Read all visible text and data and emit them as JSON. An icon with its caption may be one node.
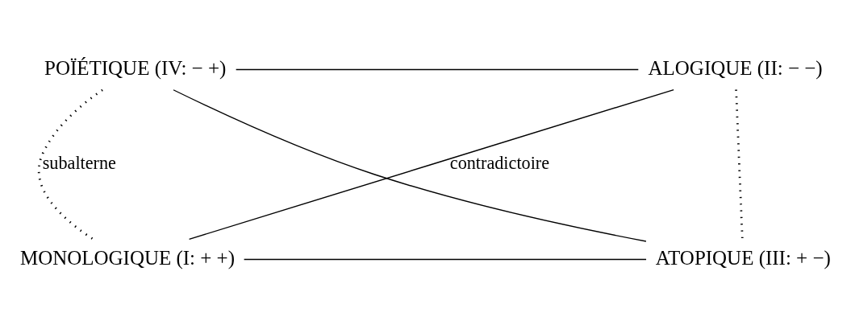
{
  "diagram": {
    "nodes": [
      {
        "text": [
          "POÏÉTIQUE (IV: − +)"
        ]
      },
      {
        "text": [
          "ALOGIQUE (II: − −)"
        ]
      },
      {
        "text": [
          "MONOLOGIQUE (I: + +)"
        ]
      },
      {
        "text": [
          "ATOPIQUE (III: + −)"
        ]
      }
    ],
    "edges": [
      {
        "from": 0,
        "to": 1,
        "arrow": "none"
      },
      {
        "from": 0,
        "to": 2,
        "arrow": "none",
        "style": "dashed",
        "label": "subalterne"
      },
      {
        "from": 1,
        "to": 3,
        "arrow": "none",
        "style": "dashed"
      },
      {
        "from": 0,
        "to": 3,
        "arrow": "none"
      },
      {
        "from": 2,
        "to": 1,
        "arrow": "none",
        "label": "contradictoire"
      },
      {
        "from": 2,
        "to": 3,
        "arrow": "none"
      }
    ]
  }
}
